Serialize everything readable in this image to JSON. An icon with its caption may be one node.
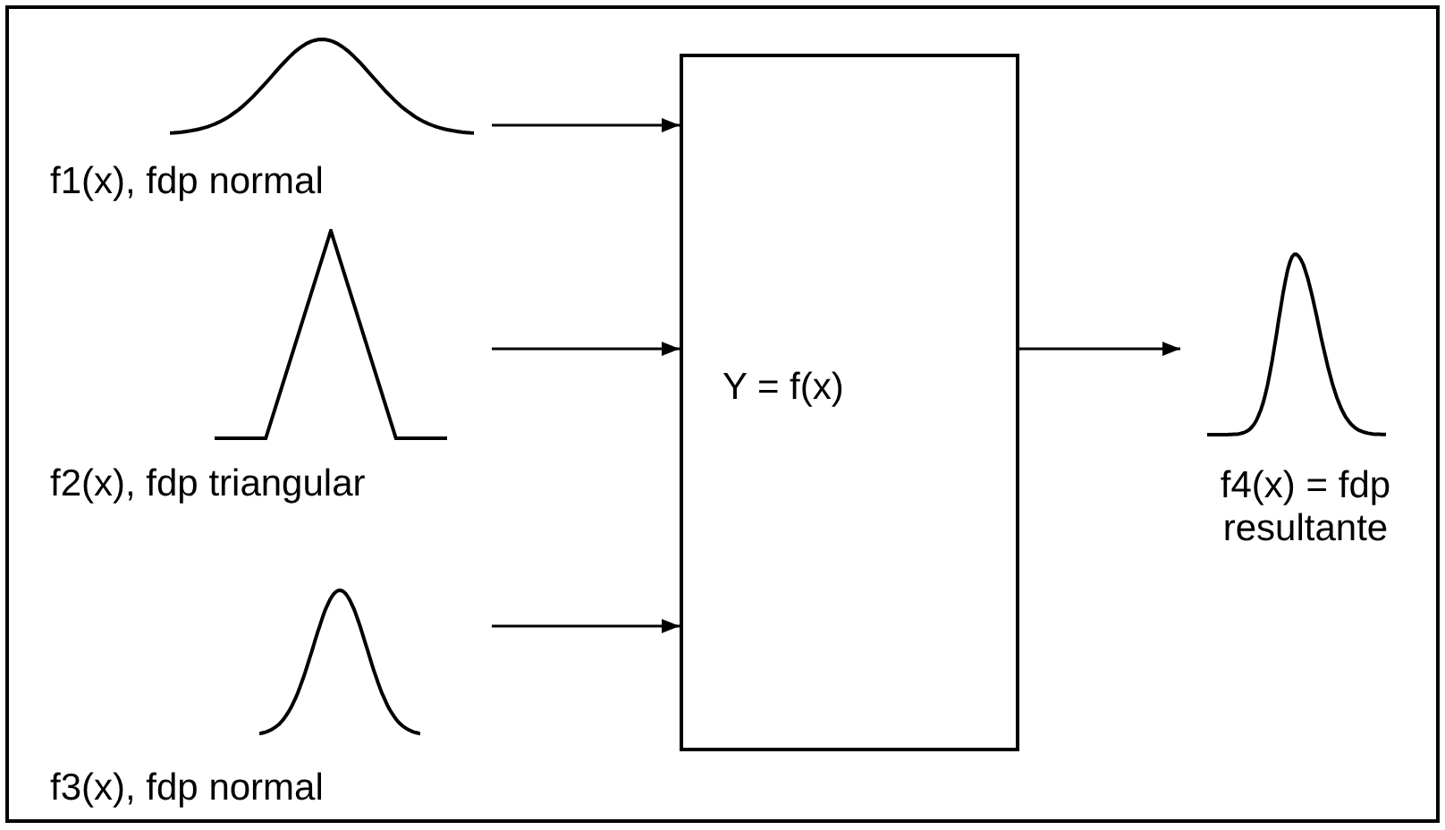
{
  "diagram": {
    "nodes": [
      {
        "text": [
          "f1(x), fdp normal"
        ]
      },
      {
        "text": [
          "f2(x), fdp triangular"
        ]
      },
      {
        "text": [
          "f3(x), fdp normal"
        ]
      },
      {
        "text": [
          "Y = f(x)"
        ]
      },
      {
        "text": [
          "f4(x) = fdp resultante"
        ]
      }
    ],
    "edges": [
      {
        "from": 0,
        "to": 3,
        "arrow": "to"
      },
      {
        "from": 1,
        "to": 3,
        "arrow": "to"
      },
      {
        "from": 2,
        "to": 3,
        "arrow": "to"
      },
      {
        "from": 3,
        "to": 4,
        "arrow": "to"
      }
    ]
  }
}
